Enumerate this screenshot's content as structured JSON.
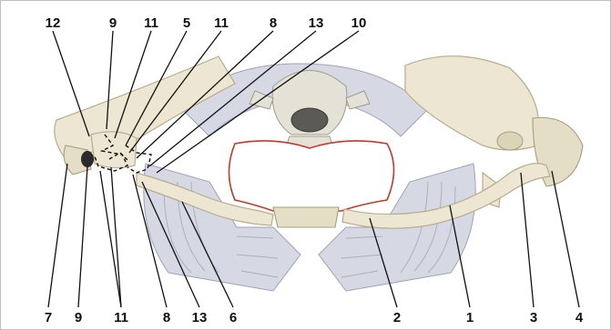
{
  "labels": {
    "top": [
      "12",
      "9",
      "11",
      "5",
      "11",
      "8",
      "13",
      "10"
    ],
    "bottom": [
      "7",
      "9",
      "11",
      "8",
      "13",
      "6",
      "2",
      "1",
      "3",
      "4"
    ]
  },
  "colors": {
    "bone": "#ece6d2",
    "rib": "#d6d9e3",
    "cavity_outline": "#c0392b",
    "label": "#111111"
  }
}
